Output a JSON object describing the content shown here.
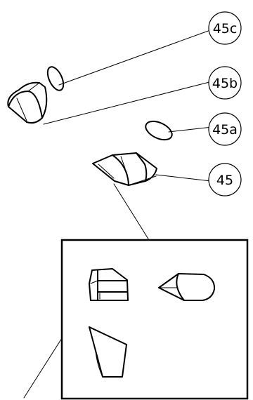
{
  "labels": {
    "c45c": "45c",
    "c45b": "45b",
    "c45a": "45a",
    "c45": "45"
  },
  "colors": {
    "ink": "#000000",
    "paper": "#ffffff"
  }
}
